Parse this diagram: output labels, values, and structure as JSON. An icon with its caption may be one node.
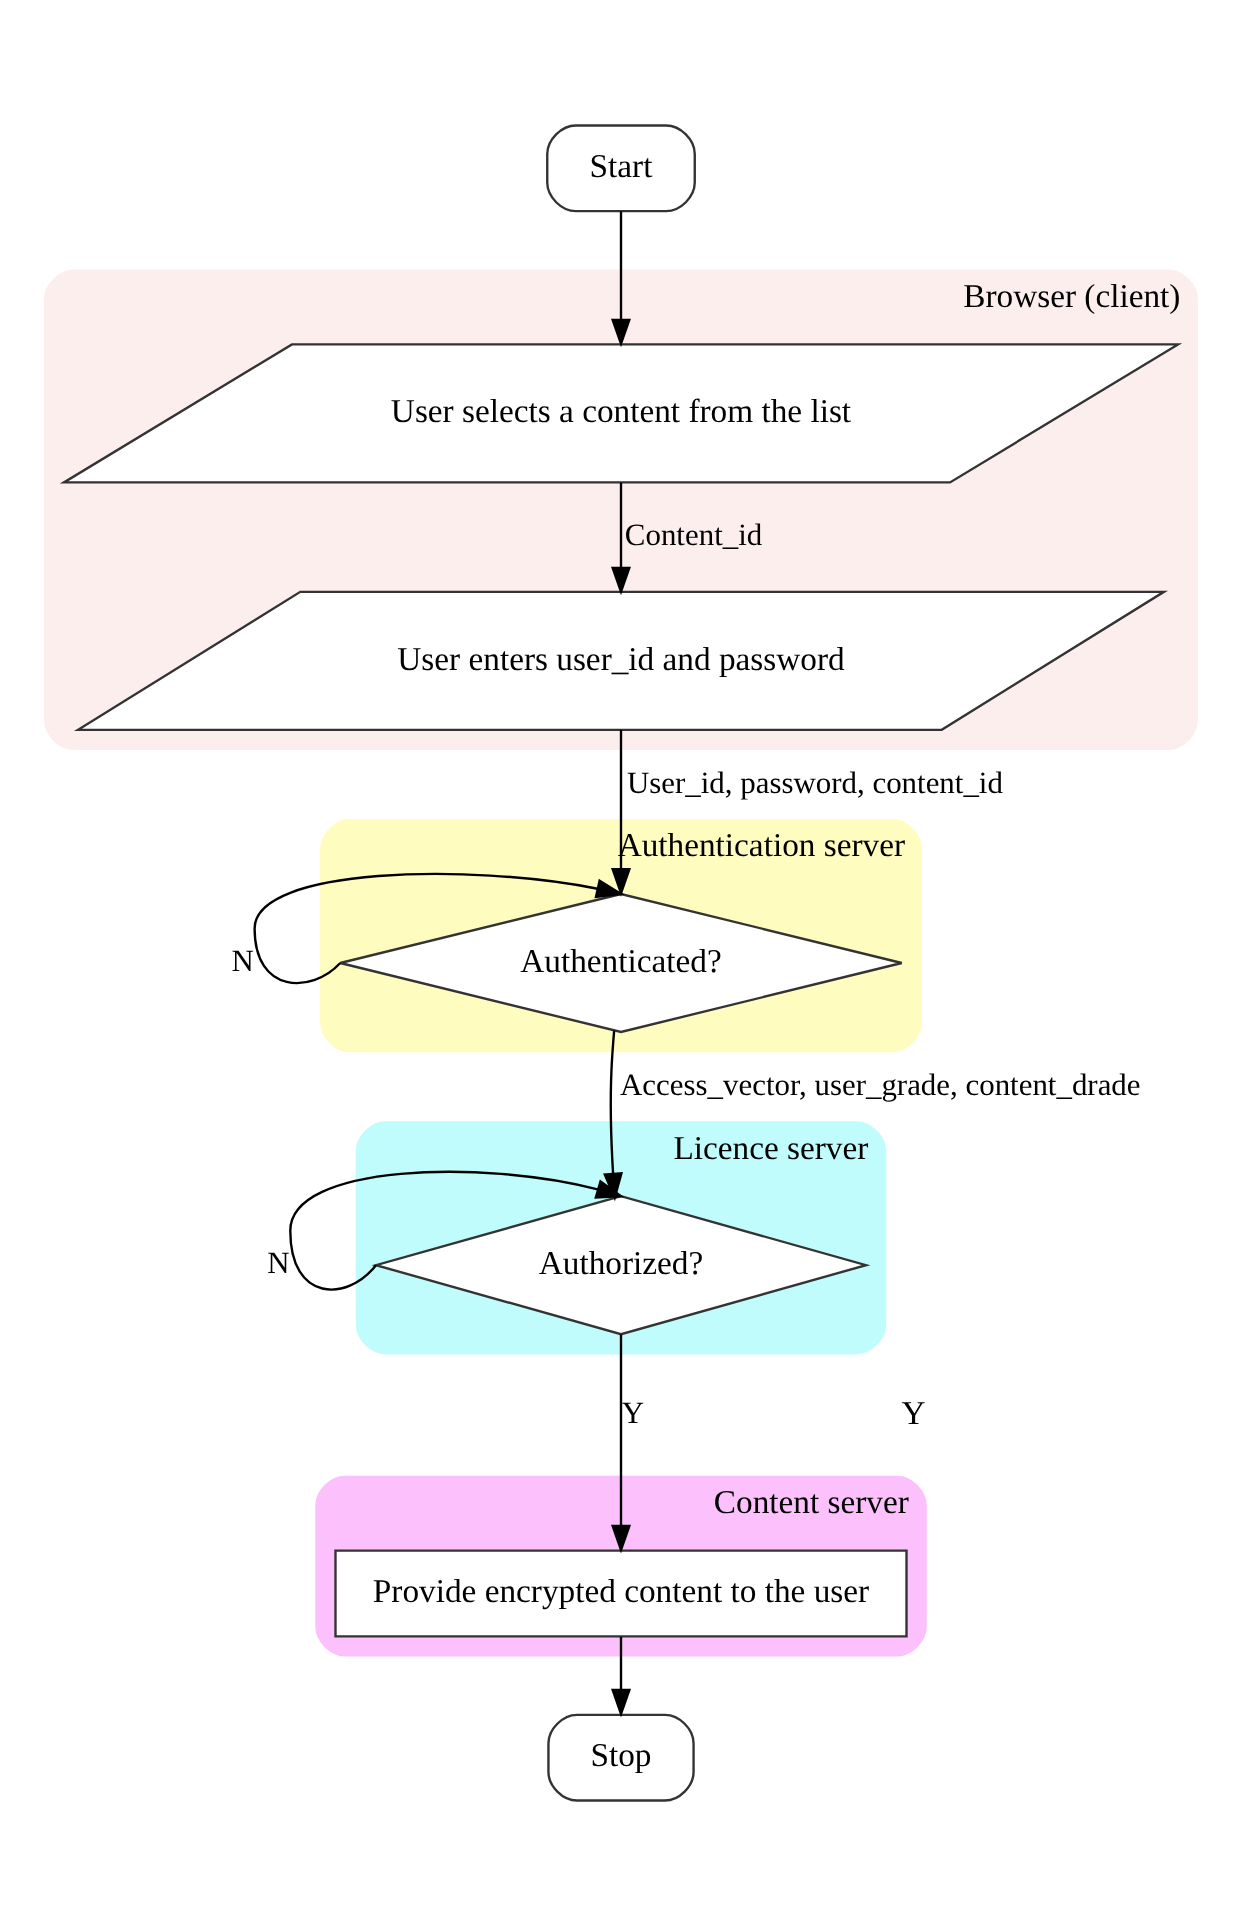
{
  "diagram": {
    "nodes": [
      {
        "text": [
          "Start"
        ]
      },
      {
        "text": [
          "Browser (client)"
        ]
      },
      {
        "text": [
          "User selects a content from the list"
        ],
        "in": 1
      },
      {
        "text": [
          "User enters user_id and password"
        ],
        "in": 1
      },
      {
        "text": [
          "Authentication server"
        ]
      },
      {
        "text": [
          "Authenticated?"
        ],
        "in": 4
      },
      {
        "text": [
          "Licence server"
        ]
      },
      {
        "text": [
          "Authorized?"
        ],
        "in": 6
      },
      {
        "text": [
          "Content server"
        ]
      },
      {
        "text": [
          "Provide encrypted content to the user"
        ],
        "in": 8
      },
      {
        "text": [
          "Stop"
        ]
      }
    ],
    "edges": [
      {
        "from": 0,
        "to": 2,
        "arrow": "to"
      },
      {
        "from": 2,
        "to": 3,
        "arrow": "to",
        "label": "Content_id"
      },
      {
        "from": 3,
        "to": 5,
        "arrow": "to",
        "label": "User_id, password, content_id"
      },
      {
        "from": 5,
        "to": 5,
        "arrow": "to",
        "label": "N"
      },
      {
        "from": 5,
        "to": 7,
        "arrow": "to",
        "label": "Access_vector, user_grade, content_drade"
      },
      {
        "from": 7,
        "to": 7,
        "arrow": "to",
        "label": "N"
      },
      {
        "from": 7,
        "to": 9,
        "arrow": "to",
        "label": "Y"
      },
      {
        "from": 9,
        "to": 10,
        "arrow": "to"
      }
    ],
    "labels": [
      "Y"
    ]
  }
}
